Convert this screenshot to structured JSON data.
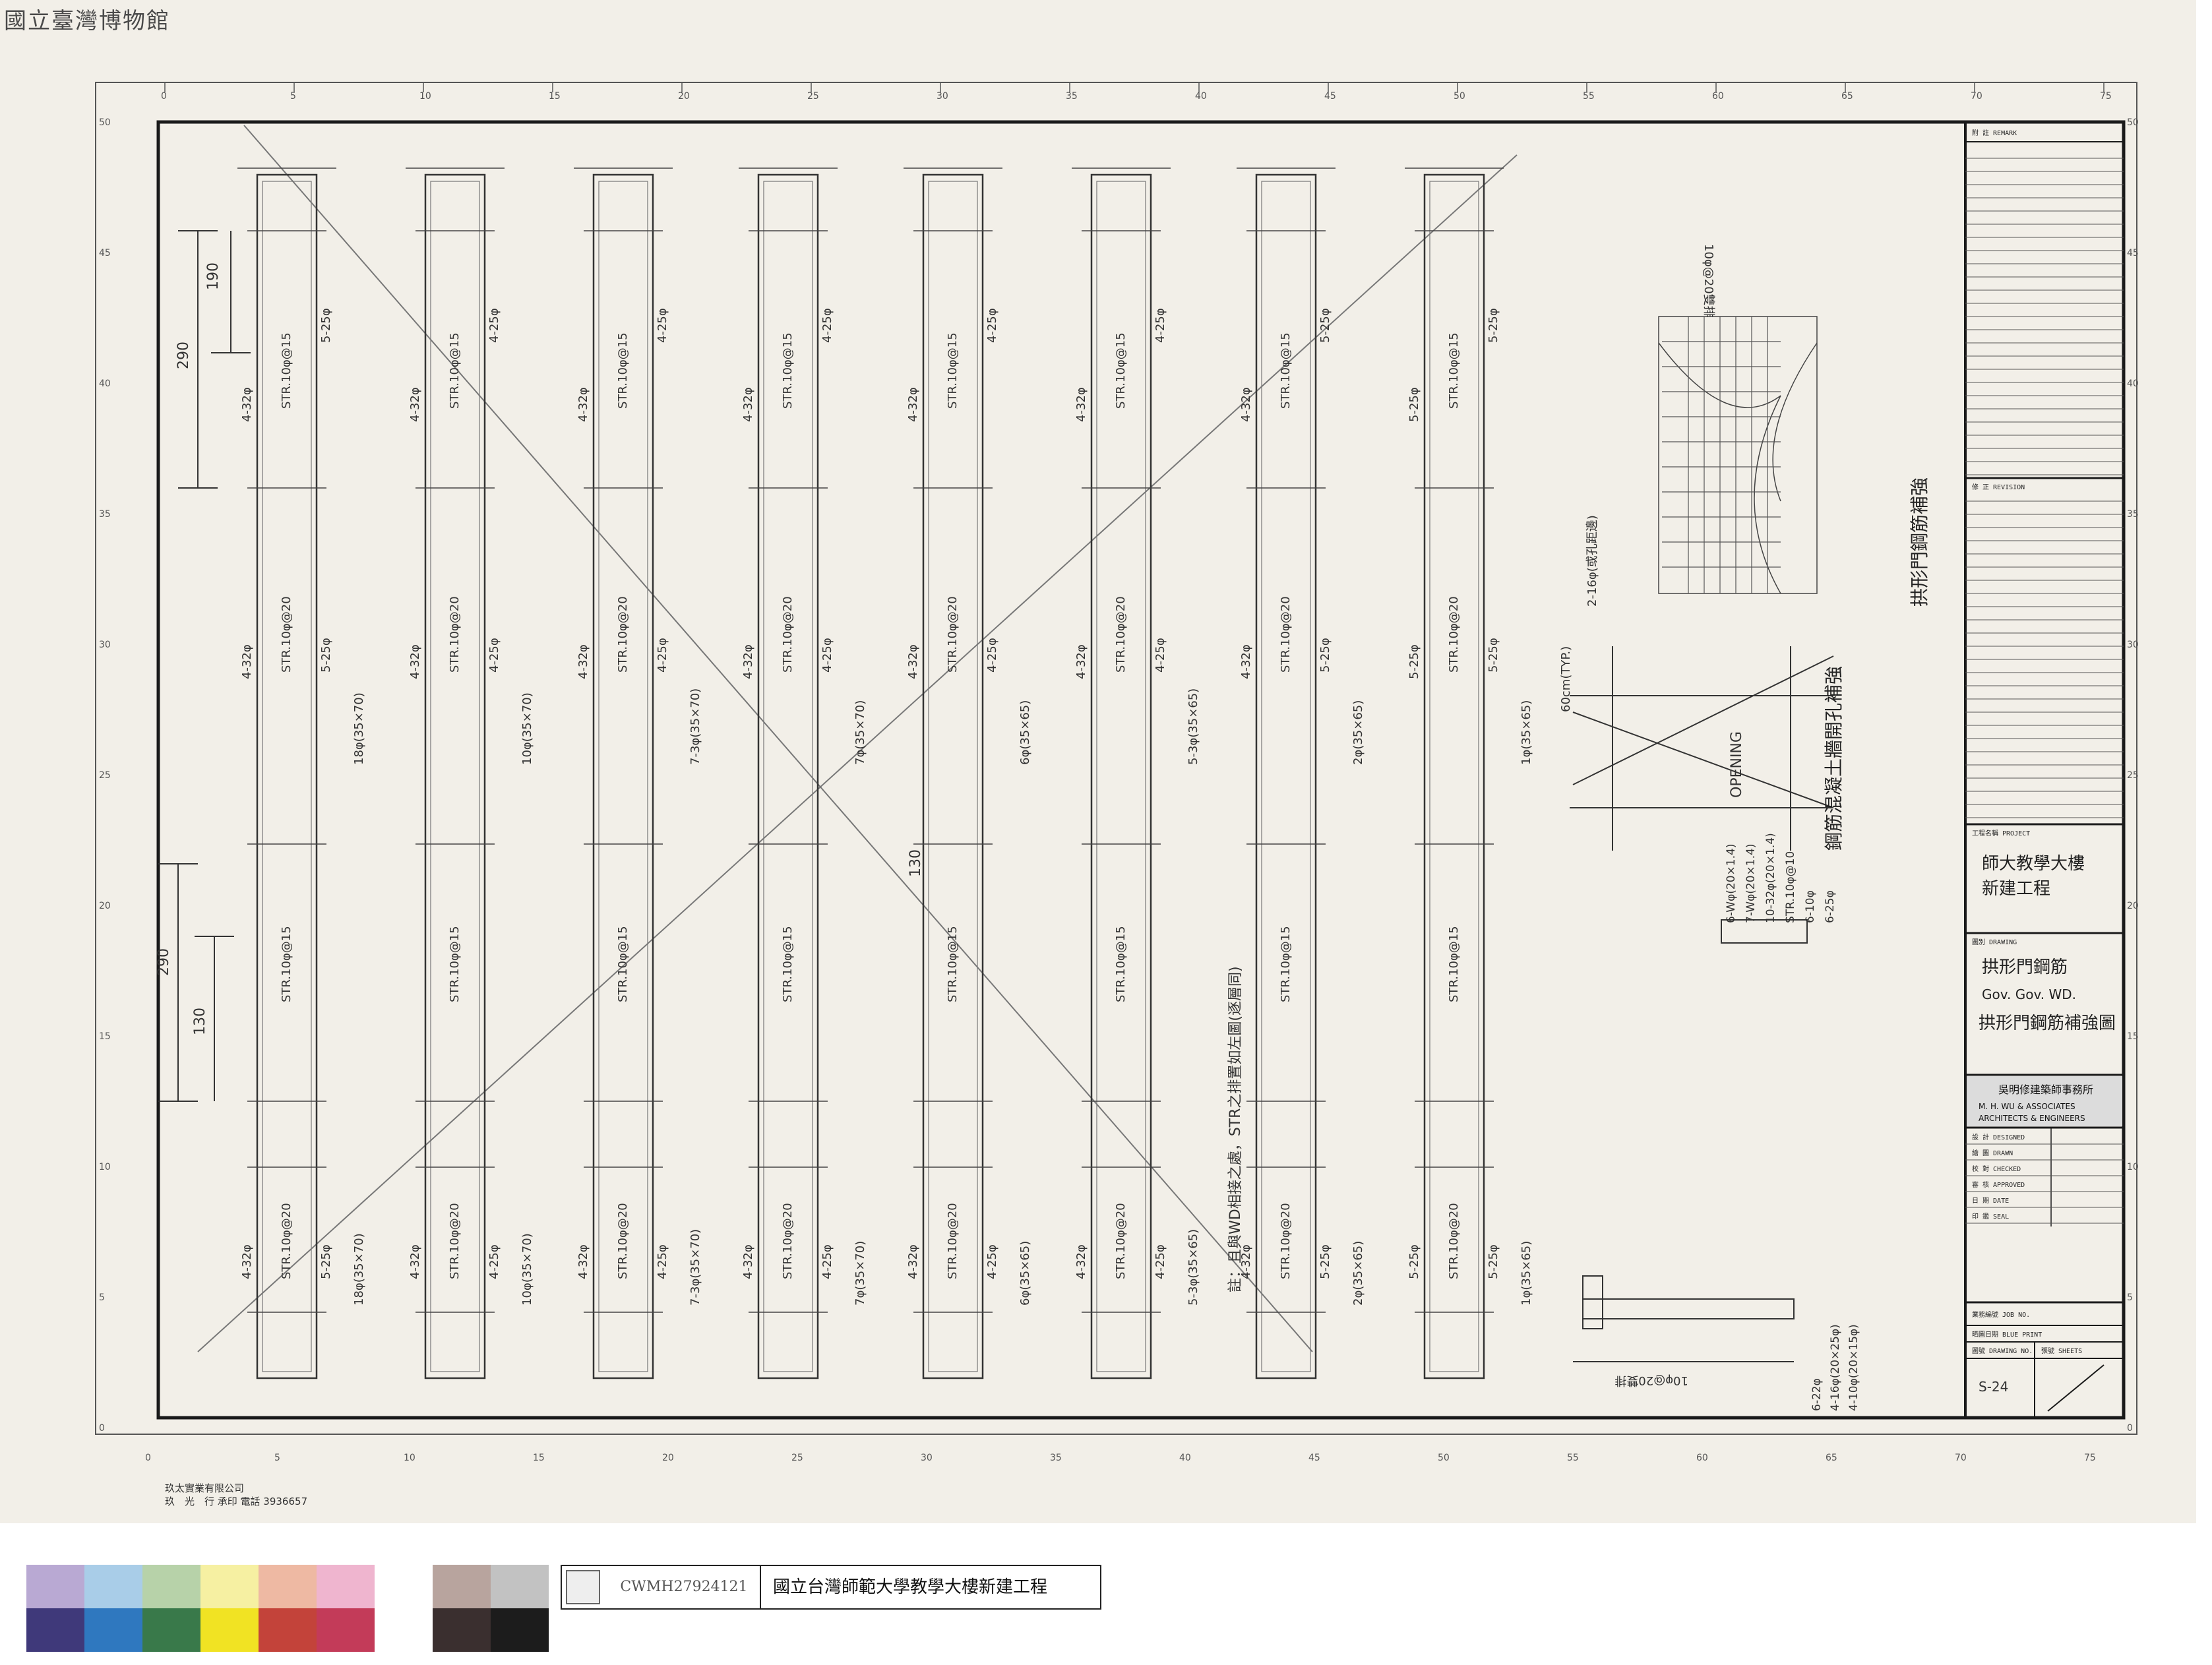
{
  "watermark": "國立臺灣博物館",
  "ruler": {
    "top_ticks": [
      "0",
      "5",
      "10",
      "15",
      "20",
      "25",
      "30",
      "35",
      "40",
      "45",
      "50",
      "55",
      "60",
      "65",
      "70",
      "75"
    ],
    "side_ticks": [
      "50",
      "45",
      "40",
      "35",
      "30",
      "25",
      "20",
      "15",
      "10",
      "5",
      "0"
    ]
  },
  "beams": [
    {
      "top_bars": "4-32φ",
      "stirrup": "STR.10φ@15",
      "main_bars": "5-25φ",
      "mid_label": "STR.10φ@20",
      "bottom_label": "4-32φ",
      "section": "18φ(35×70)"
    },
    {
      "top_bars": "4-32φ",
      "stirrup": "STR.10φ@15",
      "main_bars": "4-25φ",
      "mid_label": "STR.10φ@20",
      "bottom_label": "4-32φ",
      "section": "10φ(35×70)"
    },
    {
      "top_bars": "4-32φ",
      "stirrup": "STR.10φ@15",
      "main_bars": "4-25φ",
      "mid_label": "STR.10φ@20",
      "bottom_label": "4-32φ",
      "section": "7-3φ(35×70)"
    },
    {
      "top_bars": "4-32φ",
      "stirrup": "STR.10φ@15",
      "main_bars": "4-25φ",
      "mid_label": "STR.10φ@20",
      "bottom_label": "4-32φ",
      "section": "7φ(35×70)"
    },
    {
      "top_bars": "4-32φ",
      "stirrup": "STR.10φ@15",
      "main_bars": "4-25φ",
      "mid_label": "STR.10φ@20",
      "bottom_label": "4-32φ",
      "section": "6φ(35×65)"
    },
    {
      "top_bars": "4-32φ",
      "stirrup": "STR.10φ@15",
      "main_bars": "4-25φ",
      "mid_label": "STR.10φ@20",
      "bottom_label": "4-32φ",
      "section": "5-3φ(35×65)"
    },
    {
      "top_bars": "4-32φ",
      "stirrup": "STR.10φ@15",
      "main_bars": "5-25φ",
      "mid_label": "STR.10φ@20",
      "bottom_label": "4-32φ",
      "section": "2φ(35×65)"
    },
    {
      "top_bars": "5-25φ",
      "stirrup": "STR.10φ@15",
      "main_bars": "5-25φ",
      "mid_label": "STR.10φ@20",
      "bottom_label": "5-25φ",
      "section": "1φ(35×65)"
    }
  ],
  "dims": {
    "top_a": "190",
    "top_b": "290",
    "bot_a": "130",
    "bot_b": "290",
    "mid": "130"
  },
  "details": {
    "opening_label": "OPENING",
    "opening_title": "鋼筋混凝土牆開孔補強",
    "column_title": "拱形門鋼筋補強",
    "note_typ": "60cm(TYP.)",
    "note_rebar": "2-16φ(或孔距邊)",
    "note_10": "10φ@20雙排",
    "section_bars": [
      "6-25φ",
      "6-10φ",
      "STR.10φ@10",
      "10-32φ(20×1.4)",
      "7-Wφ(20×1.4)",
      "6-Wφ(20×1.4)"
    ],
    "foot_bars": [
      "6-22φ",
      "4-16φ(20×25φ)",
      "4-10φ(20×15φ)"
    ],
    "foot_dim": "10φ@20雙排",
    "note_vertical": "註：且與WD相接之處，STR之排置如左圖(逐層同)"
  },
  "title_block": {
    "remark_label": "附 註 REMARK",
    "revision_label": "修 正 REVISION",
    "project_label": "工程名稱 PROJECT",
    "project_name_1": "師大教學大樓",
    "project_name_2": "新建工程",
    "drawing_label": "圖別 DRAWING",
    "drawing_name_1": "拱形門鋼筋",
    "drawing_name_2": "Gov. Gov. WD.",
    "drawing_name_3": "拱形門鋼筋補強圖",
    "firm_cn": "吳明修建築師事務所",
    "firm_en_1": "M. H. WU & ASSOCIATES",
    "firm_en_2": "ARCHITECTS & ENGINEERS",
    "designed": "設 計 DESIGNED",
    "drawn": "繪 圖 DRAWN",
    "checked": "校 對 CHECKED",
    "approved": "審 核 APPROVED",
    "date": "日 期 DATE",
    "seal": "印 鑑 SEAL",
    "job_no": "業務編號 JOB NO.",
    "blue_print": "晒圖日期 BLUE PRINT",
    "drawing_no_label": "圖號 DRAWING NO.",
    "sheets_label": "張號 SHEETS",
    "drawing_no": "S-24"
  },
  "printer": {
    "line1": "玖太實業有限公司",
    "line2": "玖　光　行 承印 電話 3936657"
  },
  "archive": {
    "id": "CWMH27924121",
    "title": "國立台灣師範大學教學大樓新建工程"
  },
  "colors": {
    "light": [
      "#b9a9d3",
      "#a9cde8",
      "#b7d2a9",
      "#f6f0a2",
      "#eeb9a3",
      "#efb5cf",
      "#ffffff",
      "#b8a49e",
      "#c2c2c2"
    ],
    "dark": [
      "#3f397a",
      "#2f78bf",
      "#39794a",
      "#f1e323",
      "#c3433a",
      "#c33b59",
      "#ffffff",
      "#3a2f2f",
      "#1c1c1c"
    ]
  }
}
